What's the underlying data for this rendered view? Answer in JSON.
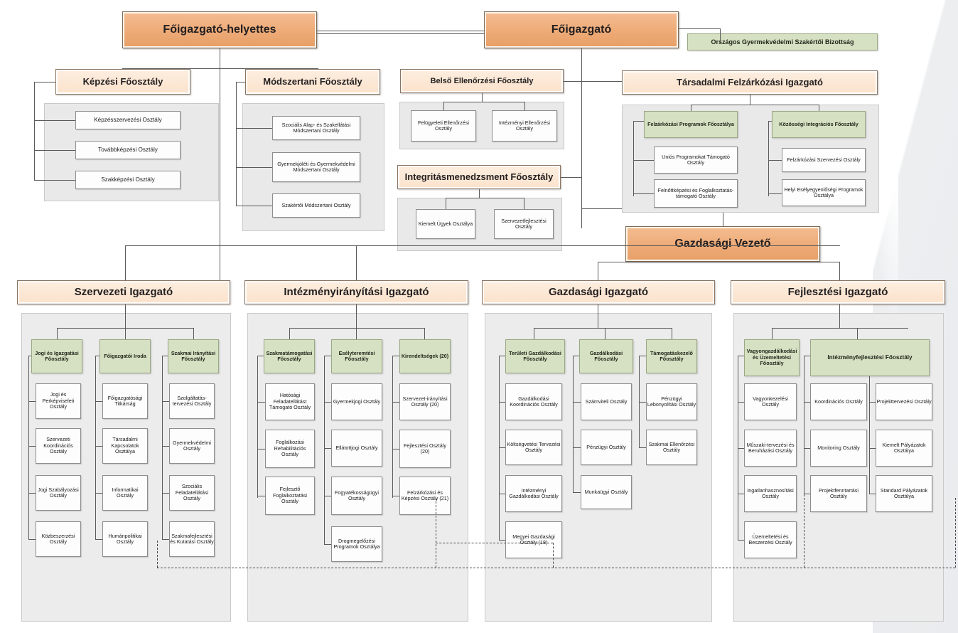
{
  "chart_type": "organizational-chart",
  "language": "hu",
  "colors": {
    "executive_fill": "#eda975",
    "director_fill": "#fbe2cc",
    "unit_fill": "#d6e0c2",
    "leaf_fill": "#fdfdfd",
    "panel_fill": "#e9e9e9",
    "line": "#5a5a5a"
  },
  "top": {
    "deputy_director": "Főigazgató-helyettes",
    "director_general": "Főigazgató",
    "committee": "Országos Gyermekvédelmi Szakértői Bizottság",
    "economic_leader": "Gazdasági Vezető"
  },
  "branches": [
    {
      "header": "Képzési Főosztály",
      "departments": [
        "Képzésszervezési Osztály",
        "Továbbképzési Osztály",
        "Szakképzési Osztály"
      ]
    },
    {
      "header": "Módszertani Főosztály",
      "departments": [
        "Szociális Alap- és Szakellátási Módszertani Osztály",
        "Gyermekjóléti és Gyermekvédelmi Módszertani Osztály",
        "Szakértői Módszertani Osztály"
      ]
    },
    {
      "header": "Belső Ellenőrzési Főosztály",
      "departments": [
        "Felügyeleti Ellenőrzési Osztály",
        "Intézményi Ellenőrzési Osztály"
      ]
    },
    {
      "header": "Integritásmenedzsment Főosztály",
      "departments": [
        "Kiemelt Ügyek Osztálya",
        "Szervezetfejlesztési Osztály"
      ]
    }
  ],
  "social_catchup": {
    "header": "Társadalmi Felzárkózási Igazgató",
    "groups": [
      {
        "unit": "Felzárkózási Programok Főosztálya",
        "departments": [
          "Uniós Programokat Támogató Osztály",
          "Felnőttképzési és Foglalkoztatás-támogató Osztály"
        ]
      },
      {
        "unit": "Közösségi Integrációs Főosztály",
        "departments": [
          "Felzárkózási Szervezési Osztály",
          "Helyi Esélyegyenlőségi Programok Osztálya"
        ]
      }
    ]
  },
  "directorates": [
    {
      "title": "Szervezeti Igazgató",
      "groups": [
        {
          "unit": "Jogi és Igazgatási Főosztály",
          "departments": [
            "Jogi és Perképviseleti Osztály",
            "Szervezeti Koordinációs Osztály",
            "Jogi Szabályozási Osztály",
            "Közbeszerzési Osztály"
          ]
        },
        {
          "unit": "Főigazgatói Iroda",
          "departments": [
            "Főigazgatósági Titkárság",
            "Társadalmi Kapcsolatok Osztálya",
            "Informatikai Osztály",
            "Humánpolitikai Osztály"
          ]
        },
        {
          "unit": "Szakmai Irányítási Főosztály",
          "departments": [
            "Szolgáltatás-tervezési Osztály",
            "Gyermekvédelmi Osztály",
            "Szociális Feladatellátási Osztály",
            "Szakmafejlesztési és Kutatási Osztály"
          ]
        }
      ]
    },
    {
      "title": "Intézményirányítási  Igazgató",
      "groups": [
        {
          "unit": "Szakmatámogatási Főosztály",
          "departments": [
            "Hatósági Feladatellátást Támogató Osztály",
            "Foglalkozási Rehabilitációs Osztály",
            "Fejlesztő Foglalkoztatási Osztály"
          ]
        },
        {
          "unit": "Esélyteremtési Főosztály",
          "departments": [
            "Gyermekjogi Osztály",
            "Ellátottjogi Osztály",
            "Fogyatékosságügyi Osztály",
            "Drogmegelőzési Programok Osztálya"
          ]
        },
        {
          "unit": "Kirendeltségek (20)",
          "departments": [
            "Szervezet-irányítási Osztály (20)",
            "Fejlesztési Osztály (20)",
            "Felzárkózási és Képzési Osztály (21)"
          ]
        }
      ]
    },
    {
      "title": "Gazdasági Igazgató",
      "groups": [
        {
          "unit": "Területi Gazdálkodási Főosztály",
          "departments": [
            "Gazdálkodási Koordinációs Osztály",
            "Költségvetési Tervezési Osztály",
            "Intézményi Gazdálkodási Osztály",
            "Megyei Gazdasági Osztály (18)"
          ]
        },
        {
          "unit": "Gazdálkodási Főosztály",
          "departments": [
            "Számviteli Osztály",
            "Pénzügyi Osztály",
            "Munkaügyi Osztály"
          ]
        },
        {
          "unit": "Támogatáskezelő Főosztály",
          "departments": [
            "Pénzügyi Lebonyolítási Osztály",
            "Szakmai Ellenőrzési Osztály"
          ]
        }
      ]
    },
    {
      "title": "Fejlesztési Igazgató",
      "groups": [
        {
          "unit": "Vagyongazdálkodási és Üzemeltetési Főosztály",
          "departments": [
            "Vagyonkezelési Osztály",
            "Műszaki-tervezési és Beruházási Osztály",
            "Ingatlanhasznosítási Osztály",
            "Üzemeltetési és Beszerzési Osztály"
          ]
        },
        {
          "unit": "Intézményfejlesztési Főosztály",
          "departments": [
            "Koordinációs Osztály",
            "Monitoring Osztály",
            "Projektfenntartási Osztály"
          ]
        },
        {
          "unit": "",
          "departments": [
            "Projekttervezési Osztály",
            "Kiemelt Pályázatok Osztálya",
            "Standard Pályázatok Osztálya"
          ]
        }
      ]
    }
  ]
}
